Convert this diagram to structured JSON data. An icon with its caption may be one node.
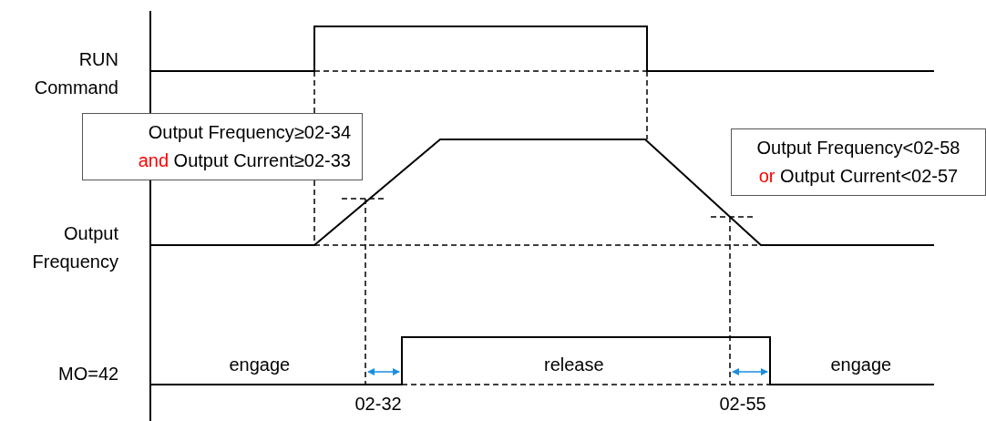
{
  "diagram": {
    "nodes": [
      {
        "text": [
          "Output Frequency≥02-34 and Output Current≥02-33"
        ]
      },
      {
        "text": [
          "Output Frequency<02-58 or Output Current<02-57"
        ]
      }
    ],
    "labels": [
      "RUN Command",
      "Output Frequency",
      "MO=42",
      "engage",
      "release",
      "engage",
      "02-32",
      "02-55"
    ]
  }
}
